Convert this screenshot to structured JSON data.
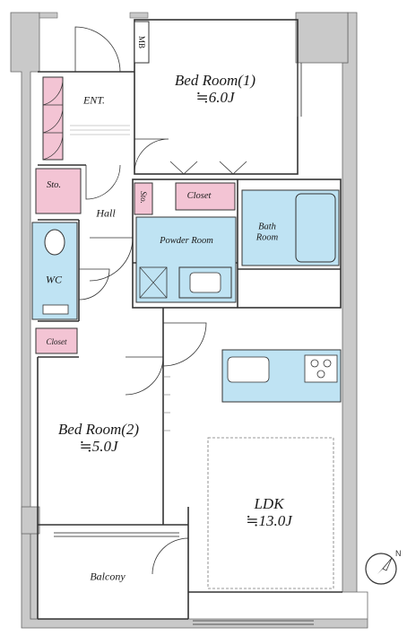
{
  "rooms": {
    "bedroom1": {
      "name": "Bed Room(1)",
      "size": "≒6.0J"
    },
    "bedroom2": {
      "name": "Bed Room(2)",
      "size": "≒5.0J"
    },
    "ldk": {
      "name": "LDK",
      "size": "≒13.0J"
    },
    "entrance": "ENT.",
    "hall": "Hall",
    "storage_left": "Sto.",
    "storage_small": "Sto.",
    "closet_top": "Closet",
    "closet_left": "Closet",
    "powder_room": "Powder Room",
    "bath_room": "Bath Room",
    "wc": "WC",
    "balcony": "Balcony",
    "meter_box": "MB"
  },
  "colors": {
    "wall": "#c9c9c9",
    "wet_area": "#bfe3f3",
    "storage": "#f3c4d4",
    "line": "#333333"
  },
  "compass_label": "N"
}
